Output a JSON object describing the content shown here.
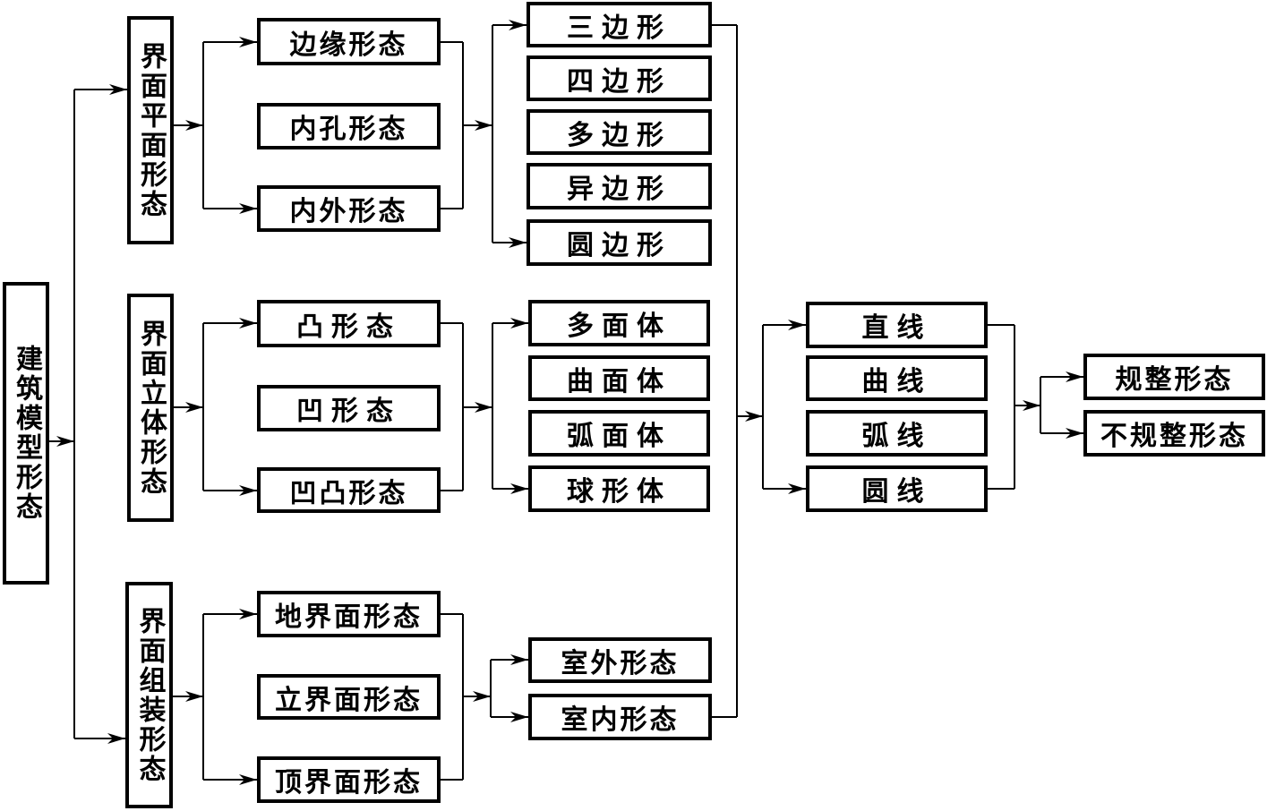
{
  "diagram": {
    "background": "#ffffff",
    "line_color": "#000000",
    "root": {
      "label": "建筑模型形态"
    },
    "branches": [
      {
        "parent": "界面平面形态",
        "children": [
          "边缘形态",
          "内孔形态",
          "内外形态"
        ],
        "grandchildren": [
          "三边形",
          "四边形",
          "多边形",
          "异边形",
          "圆边形"
        ]
      },
      {
        "parent": "界面立体形态",
        "children": [
          "凸形态",
          "凹形态",
          "凹凸形态"
        ],
        "grandchildren": [
          "多面体",
          "曲面体",
          "弧面体",
          "球形体"
        ]
      },
      {
        "parent": "界面组装形态",
        "children": [
          "地界面形态",
          "立界面形态",
          "顶界面形态"
        ],
        "grandchildren": [
          "室外形态",
          "室内形态"
        ]
      }
    ],
    "line_types": [
      "直线",
      "曲线",
      "弧线",
      "圆线"
    ],
    "results": [
      "规整形态",
      "不规整形态"
    ]
  }
}
